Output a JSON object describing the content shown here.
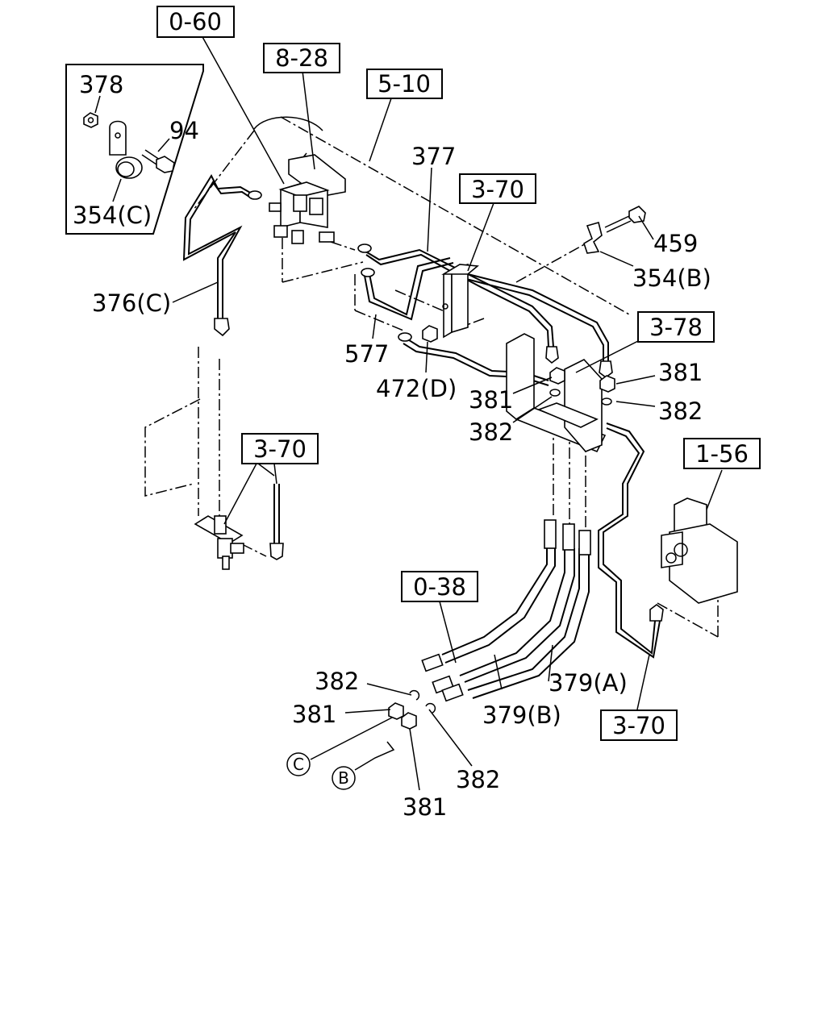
{
  "ref_boxes": {
    "r0_60": "0-60",
    "r8_28": "8-28",
    "r5_10": "5-10",
    "r3_70_top": "3-70",
    "r3_78": "3-78",
    "r3_70_left": "3-70",
    "r1_56": "1-56",
    "r0_38": "0-38",
    "r3_70_bottom": "3-70"
  },
  "labels": {
    "l378": "378",
    "l94": "94",
    "l354c": "354(C)",
    "l377": "377",
    "l459": "459",
    "l354b": "354(B)",
    "l376c": "376(C)",
    "l577": "577",
    "l472d": "472(D)",
    "l381_right": "381",
    "l382_right": "382",
    "l381_mid": "381",
    "l382_mid": "382",
    "l382_low": "382",
    "l381_low": "381",
    "l379a": "379(A)",
    "l379b": "379(B)",
    "l382_bottom": "382",
    "l381_bottom": "381"
  },
  "circled": {
    "c": "C",
    "b": "B"
  }
}
